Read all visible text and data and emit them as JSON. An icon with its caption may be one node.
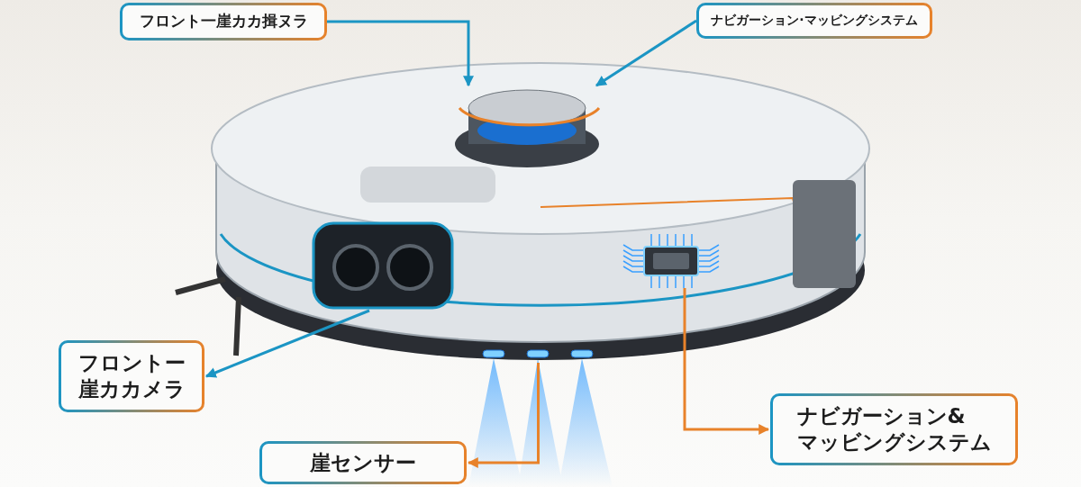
{
  "diagram": {
    "nodes": [
      {
        "text": [
          "フロント一崖カカ揖ヌラ"
        ]
      },
      {
        "text": [
          "ナビガーション·マッビングシステム"
        ]
      },
      {
        "text": [],
        "shape": "picture"
      },
      {
        "text": [],
        "shape": "picture"
      },
      {
        "text": [],
        "shape": "picture"
      },
      {
        "text": [
          "フロントー崖カカメラ"
        ]
      },
      {
        "text": [],
        "shape": "picture"
      },
      {
        "text": [
          "崖センサー"
        ]
      },
      {
        "text": [
          "ナビガーション&マッビングシステム"
        ]
      }
    ],
    "edges": [
      {
        "from": 0,
        "to": 2,
        "arrow": "to"
      },
      {
        "from": 1,
        "to": 2,
        "arrow": "to"
      },
      {
        "from": 3,
        "to": 5,
        "arrow": "to"
      },
      {
        "from": 6,
        "to": 7,
        "arrow": "to",
        "color": "#e8822a"
      },
      {
        "from": 4,
        "to": 8,
        "arrow": "to",
        "color": "#e8822a"
      }
    ]
  }
}
